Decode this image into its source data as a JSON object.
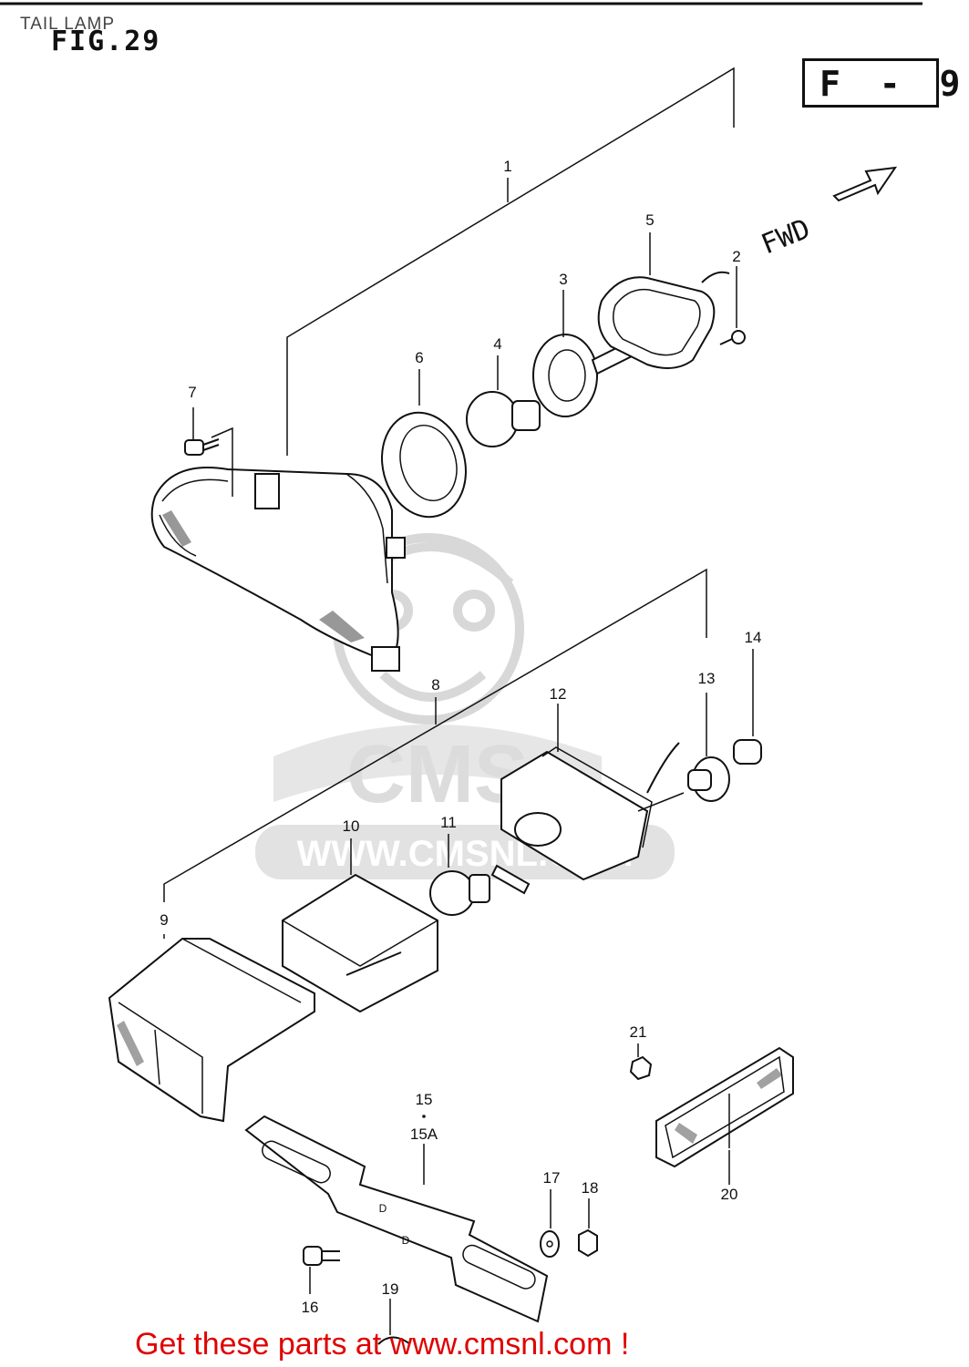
{
  "header": {
    "section_title": "TAIL LAMP",
    "figure_title": "FIG.29",
    "figure_code": "F - 9"
  },
  "direction_label": "FWD",
  "watermark": {
    "logo_text": "CMS",
    "url_text": "WWW.CMSNL.COM"
  },
  "callouts": [
    {
      "id": "1",
      "part": "1"
    },
    {
      "id": "2",
      "part": "2"
    },
    {
      "id": "3",
      "part": "3"
    },
    {
      "id": "4",
      "part": "4"
    },
    {
      "id": "5",
      "part": "5"
    },
    {
      "id": "6",
      "part": "6"
    },
    {
      "id": "7",
      "part": "7"
    },
    {
      "id": "8",
      "part": "8"
    },
    {
      "id": "9",
      "part": "9"
    },
    {
      "id": "10",
      "part": "10"
    },
    {
      "id": "11",
      "part": "11"
    },
    {
      "id": "12",
      "part": "12"
    },
    {
      "id": "13",
      "part": "13"
    },
    {
      "id": "14",
      "part": "14"
    },
    {
      "id": "15",
      "part": "15"
    },
    {
      "id": "15A",
      "part": "15A"
    },
    {
      "id": "16",
      "part": "16"
    },
    {
      "id": "17",
      "part": "17"
    },
    {
      "id": "18",
      "part": "18"
    },
    {
      "id": "19",
      "part": "19"
    },
    {
      "id": "20",
      "part": "20"
    },
    {
      "id": "21",
      "part": "21"
    }
  ],
  "footer": {
    "cta_text": "Get these parts at www.cmsnl.com !",
    "cta_color": "#e00000"
  }
}
